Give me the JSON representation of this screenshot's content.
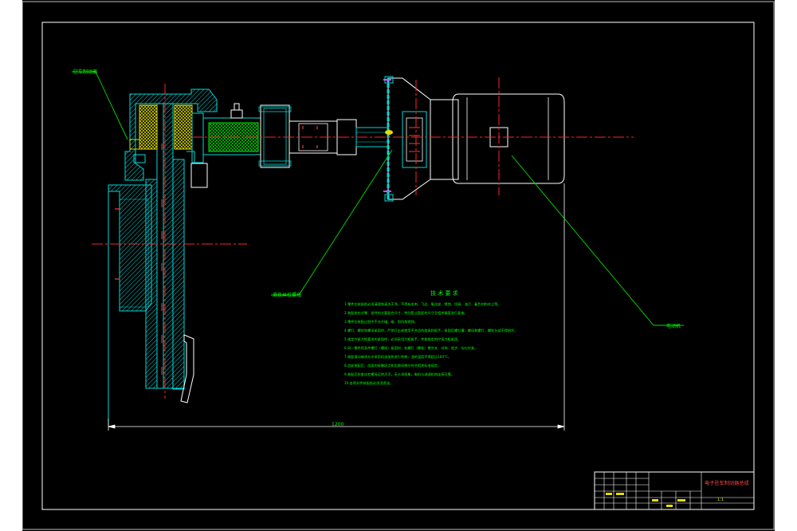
{
  "drawing": {
    "title_block": {
      "drawing_name": "电子驻车制动器总成",
      "scale": "1:1"
    },
    "callouts": [
      {
        "id": "left",
        "text": "驻车制动器"
      },
      {
        "id": "mid",
        "text": "滚珠丝杠螺母"
      },
      {
        "id": "right",
        "text": "电动机"
      }
    ],
    "overall_dimension": "1200",
    "technical_requirements": {
      "heading": "技 术 要 求",
      "items": [
        "1.零件在装配前必须清理和清洗干净，不得有毛刺、飞边、氧化皮、锈蚀、切屑、油污、着色剂和灰尘等。",
        "2.装配前应对零、部件的主要配合尺寸，特别是过盈配合尺寸及相关精度进行复查。",
        "3.零件在装配过程中不允许磕、碰、划伤和锈蚀。",
        "4.螺钉、螺栓和螺母紧固时，严禁打击或使用不合适的旋具和扳手，紧固后螺钉槽、螺母和螺钉、螺栓头部不得损坏。",
        "5.规定拧紧力矩要求的紧固件，必须采用力矩扳手，并按规定的拧紧力矩紧固。",
        "6.同一零件用多件螺钉（螺栓）紧固时，各螺钉（螺栓）需交叉、对称、逐步、均匀拧紧。",
        "7.装配滚动轴承允许采用机油加热进行热装，油的温度不得超过100°C。",
        "8.齿轮装配后，齿面的接触斑点和齿侧间隙应符合相关标准规定。",
        "9.装配后检查丝杠螺母运转灵活，无卡滞现象，电机与减速机构连接可靠。",
        "10.各密封件装配前必须浸透油。"
      ]
    }
  }
}
